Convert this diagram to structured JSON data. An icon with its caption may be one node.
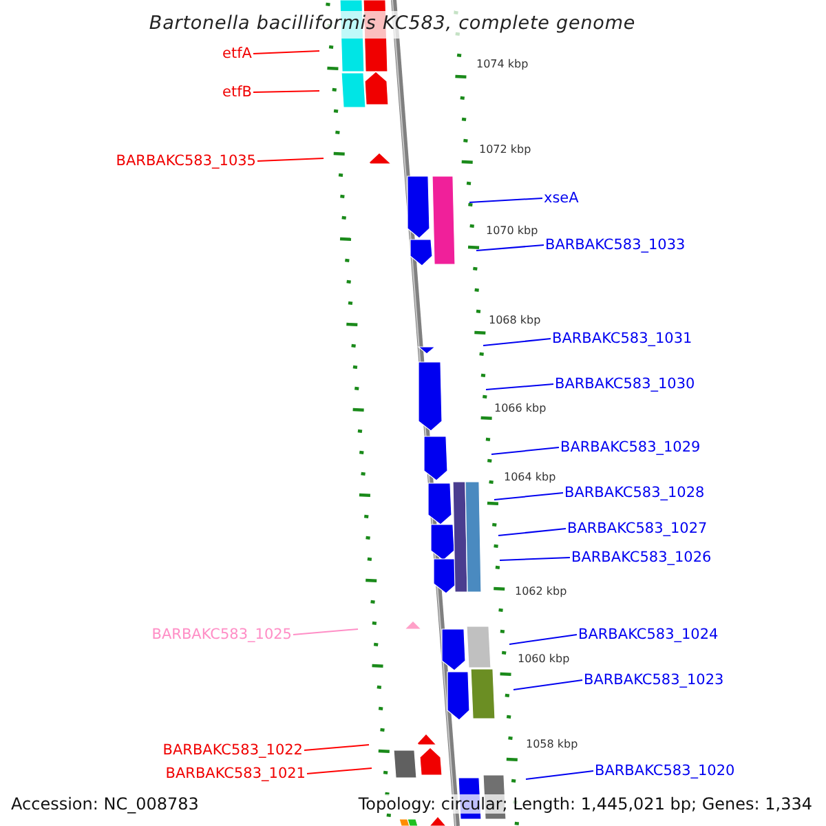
{
  "diagram": {
    "title": "Bartonella bacilliformis KC583, complete genome",
    "nodes": [
      {
        "text": [
          "etfA"
        ]
      },
      {
        "text": [
          "etfB"
        ]
      },
      {
        "text": [
          "BARBAKC583_1035"
        ]
      },
      {
        "text": [
          "xseA"
        ]
      },
      {
        "text": [
          "BARBAKC583_1033"
        ]
      },
      {
        "text": [
          "BARBAKC583_1031"
        ]
      },
      {
        "text": [
          "BARBAKC583_1030"
        ]
      },
      {
        "text": [
          "BARBAKC583_1029"
        ]
      },
      {
        "text": [
          "BARBAKC583_1028"
        ]
      },
      {
        "text": [
          "BARBAKC583_1027"
        ]
      },
      {
        "text": [
          "BARBAKC583_1026"
        ]
      },
      {
        "text": [
          "BARBAKC583_1025"
        ]
      },
      {
        "text": [
          "BARBAKC583_1024"
        ]
      },
      {
        "text": [
          "BARBAKC583_1023"
        ]
      },
      {
        "text": [
          "BARBAKC583_1022"
        ]
      },
      {
        "text": [
          "BARBAKC583_1021"
        ]
      },
      {
        "text": [
          "BARBAKC583_1020"
        ]
      }
    ],
    "edges": [
      {
        "from": 0,
        "to": null,
        "arrow": "none",
        "color": "#ff0000"
      },
      {
        "from": 1,
        "to": null,
        "arrow": "none",
        "color": "#ff0000"
      },
      {
        "from": 2,
        "to": null,
        "arrow": "none",
        "color": "#ff0000"
      },
      {
        "from": 3,
        "to": null,
        "arrow": "none"
      },
      {
        "from": 4,
        "to": null,
        "arrow": "none"
      },
      {
        "from": 5,
        "to": null,
        "arrow": "none"
      },
      {
        "from": 6,
        "to": null,
        "arrow": "none"
      },
      {
        "from": 7,
        "to": null,
        "arrow": "none"
      },
      {
        "from": 8,
        "to": null,
        "arrow": "none"
      },
      {
        "from": 9,
        "to": null,
        "arrow": "none"
      },
      {
        "from": 10,
        "to": null,
        "arrow": "none"
      },
      {
        "from": 11,
        "to": null,
        "arrow": "none",
        "color": "#ff8ec6"
      },
      {
        "from": 12,
        "to": null,
        "arrow": "none"
      },
      {
        "from": 13,
        "to": null,
        "arrow": "none"
      },
      {
        "from": 14,
        "to": null,
        "arrow": "none",
        "color": "#ff0000"
      },
      {
        "from": 15,
        "to": null,
        "arrow": "none",
        "color": "#ff0000"
      },
      {
        "from": 16,
        "to": null,
        "arrow": "none"
      }
    ],
    "labels": [
      "1074 kbp",
      "1072 kbp",
      "1070 kbp",
      "1068 kbp",
      "1066 kbp",
      "1064 kbp",
      "1062 kbp",
      "1060 kbp",
      "1058 kbp",
      "Accession: NC_008783",
      "Topology: circular; Length: 1,445,021 bp; Genes: 1,334"
    ]
  }
}
